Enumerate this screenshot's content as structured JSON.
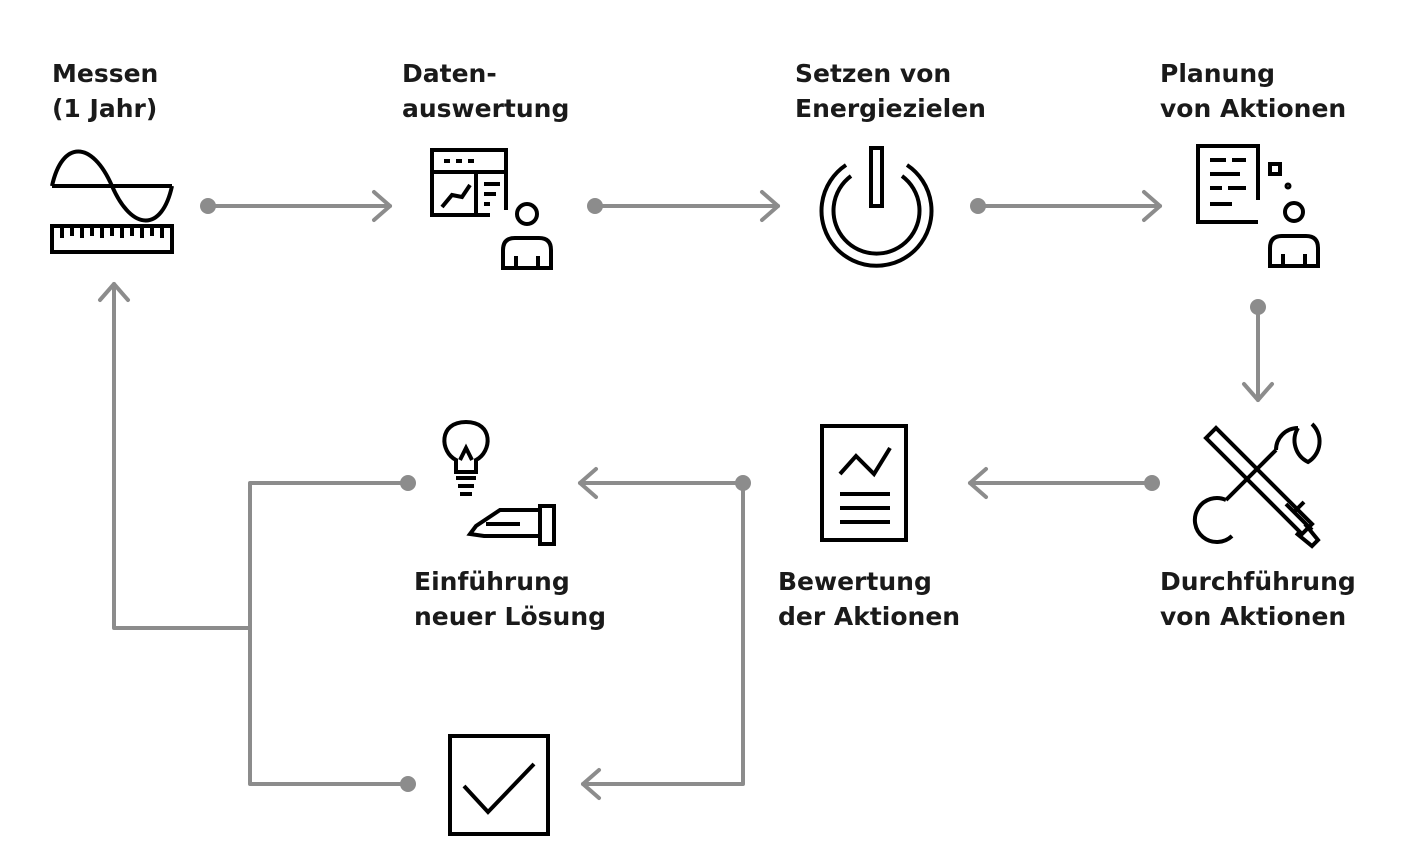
{
  "steps": {
    "messen": {
      "line1": "Messen",
      "line2": "(1 Jahr)",
      "icon": "sine-wave-ruler-icon"
    },
    "datenauswertung": {
      "line1": "Daten-",
      "line2": "auswertung",
      "icon": "dashboard-user-icon"
    },
    "energieziele": {
      "line1": "Setzen von",
      "line2": "Energiezielen",
      "icon": "power-icon"
    },
    "planung": {
      "line1": "Planung",
      "line2": "von Aktionen",
      "icon": "checklist-user-icon"
    },
    "durchfuehrung": {
      "line1": "Durchführung",
      "line2": "von Aktionen",
      "icon": "tools-icon"
    },
    "bewertung": {
      "line1": "Bewertung",
      "line2": "der Aktionen",
      "icon": "report-chart-icon"
    },
    "einfuehrung": {
      "line1": "Einführung",
      "line2": "neuer Lösung",
      "icon": "lightbulb-hand-icon"
    },
    "abschluss": {
      "icon": "checkbox-icon"
    }
  },
  "colors": {
    "connector": "#8c8c8c",
    "icon": "#000000",
    "text": "#1a1a1a"
  }
}
